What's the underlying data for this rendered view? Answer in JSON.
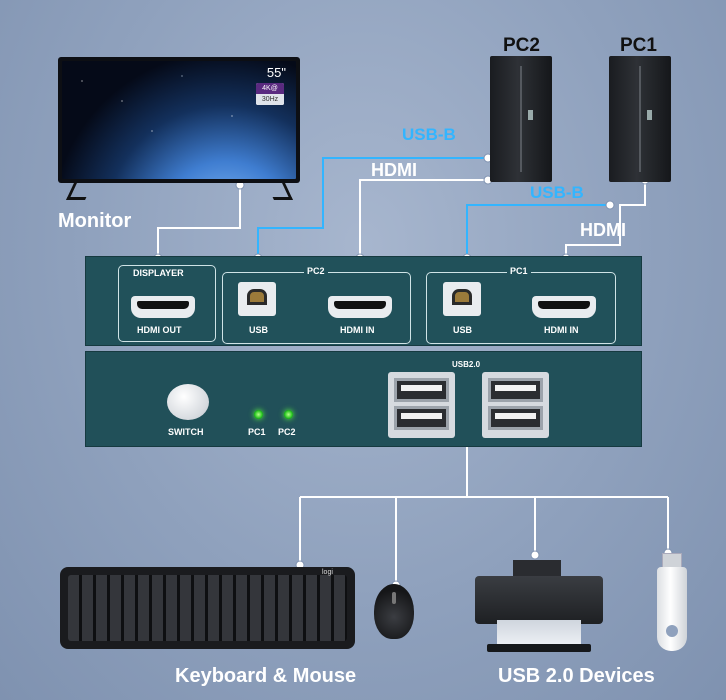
{
  "labels": {
    "monitor": "Monitor",
    "pc2": "PC2",
    "pc1": "PC1",
    "hdmi_a": "HDMI",
    "hdmi_b": "HDMI",
    "usbb_a": "USB-B",
    "usbb_b": "USB-B",
    "keyboard_mouse": "Keyboard & Mouse",
    "usb_devices": "USB 2.0 Devices"
  },
  "monitor": {
    "size": "55\"",
    "badge_top": "4K@",
    "badge_bottom": "30Hz"
  },
  "panel_top": {
    "displayer_title": "DISPLAYER",
    "hdmi_out": "HDMI OUT",
    "pc2_title": "PC2",
    "pc2_usb": "USB",
    "pc2_hdmi_in": "HDMI IN",
    "pc1_title": "PC1",
    "pc1_usb": "USB",
    "pc1_hdmi_in": "HDMI IN"
  },
  "panel_bottom": {
    "switch": "SWITCH",
    "led_pc1": "PC1",
    "led_pc2": "PC2",
    "usb20": "USB2.0"
  },
  "keyboard": {
    "brand": "logi"
  },
  "colors": {
    "usbb_cable": "#33b5ff",
    "hdmi_cable": "#ffffff",
    "panel": "#21515a",
    "led": "#22c21d"
  }
}
